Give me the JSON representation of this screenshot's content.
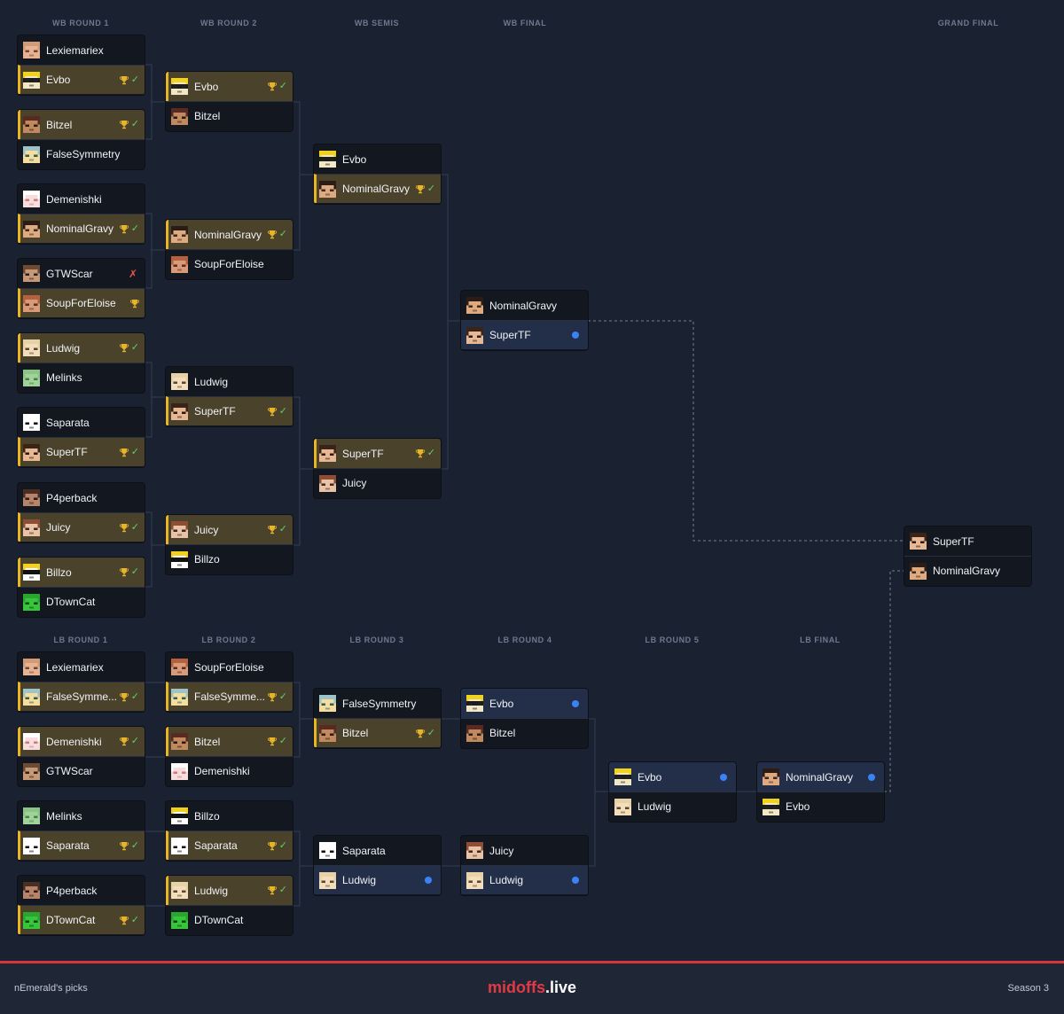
{
  "headers": {
    "wb_round_1": "WB ROUND 1",
    "wb_round_2": "WB ROUND 2",
    "wb_semis": "WB SEMIS",
    "wb_final": "WB FINAL",
    "grand_final": "GRAND FINAL",
    "lb_round_1": "LB ROUND 1",
    "lb_round_2": "LB ROUND 2",
    "lb_round_3": "LB ROUND 3",
    "lb_round_4": "LB ROUND 4",
    "lb_round_5": "LB ROUND 5",
    "lb_final": "LB FINAL"
  },
  "colors": {
    "background": "#1a2131",
    "winner_row": "#4a422b",
    "winner_accent": "#e7b526",
    "pick_row": "#232e48",
    "pick_dot": "#3b82f6",
    "check": "#62d067",
    "cross": "#e8534e",
    "brand_red": "#e23a44"
  },
  "avatars": {
    "Lexiemariex": {
      "skin": "#e8b392",
      "hair": "#d29b78",
      "eye": "#6b4a3a"
    },
    "Evbo": {
      "skin": "#f3e8c6",
      "hair": "#f1d21d",
      "eye": "#222222",
      "band": "#1c1c1c"
    },
    "Bitzel": {
      "skin": "#c08a5e",
      "hair": "#5a2a22",
      "eye": "#2b1a14"
    },
    "FalseSymmetry": {
      "skin": "#f5dd9e",
      "hair": "#9ec3c8",
      "eye": "#2c5f5a"
    },
    "Demenishki": {
      "skin": "#f6dede",
      "hair": "#ffffff",
      "eye": "#d07a7a"
    },
    "NominalGravy": {
      "skin": "#dfaa80",
      "hair": "#2b1c16",
      "eye": "#3a2a20"
    },
    "GTWScar": {
      "skin": "#c59877",
      "hair": "#6e4a32",
      "eye": "#2e1e14"
    },
    "SoupForEloise": {
      "skin": "#d79b79",
      "hair": "#b5613f",
      "eye": "#5a2c1e"
    },
    "Ludwig": {
      "skin": "#f3ddbb",
      "hair": "#e7d2a8",
      "eye": "#5a4634"
    },
    "Melinks": {
      "skin": "#9fd39a",
      "hair": "#8cc486",
      "eye": "#4f7d4a"
    },
    "Saparata": {
      "skin": "#ffffff",
      "hair": "#ffffff",
      "eye": "#111111"
    },
    "SuperTF": {
      "skin": "#e8b894",
      "hair": "#3a2418",
      "eye": "#2a1a12"
    },
    "P4perback": {
      "skin": "#b7836a",
      "hair": "#4a2e22",
      "eye": "#2a1a12"
    },
    "Juicy": {
      "skin": "#eac3a7",
      "hair": "#8e4e36",
      "eye": "#3d2a22"
    },
    "Billzo": {
      "skin": "#ffffff",
      "hair": "#f4cf1f",
      "eye": "#111111",
      "band": "#111111"
    },
    "DTownCat": {
      "skin": "#35c63a",
      "hair": "#2aa530",
      "eye": "#0e3d10"
    }
  },
  "matches": [
    {
      "id": "wb1-1",
      "rows": [
        {
          "name": "Lexiemariex",
          "state": "plain"
        },
        {
          "name": "Evbo",
          "state": "win",
          "trophy": true,
          "mark": "check"
        }
      ]
    },
    {
      "id": "wb1-2",
      "rows": [
        {
          "name": "Bitzel",
          "state": "win",
          "trophy": true,
          "mark": "check"
        },
        {
          "name": "FalseSymmetry",
          "state": "plain"
        }
      ]
    },
    {
      "id": "wb1-3",
      "rows": [
        {
          "name": "Demenishki",
          "state": "plain"
        },
        {
          "name": "NominalGravy",
          "state": "win",
          "trophy": true,
          "mark": "check"
        }
      ]
    },
    {
      "id": "wb1-4",
      "rows": [
        {
          "name": "GTWScar",
          "state": "plain",
          "mark": "cross"
        },
        {
          "name": "SoupForEloise",
          "state": "win",
          "trophy": true
        }
      ]
    },
    {
      "id": "wb1-5",
      "rows": [
        {
          "name": "Ludwig",
          "state": "win",
          "trophy": true,
          "mark": "check"
        },
        {
          "name": "Melinks",
          "state": "plain"
        }
      ]
    },
    {
      "id": "wb1-6",
      "rows": [
        {
          "name": "Saparata",
          "state": "plain"
        },
        {
          "name": "SuperTF",
          "state": "win",
          "trophy": true,
          "mark": "check"
        }
      ]
    },
    {
      "id": "wb1-7",
      "rows": [
        {
          "name": "P4perback",
          "state": "plain"
        },
        {
          "name": "Juicy",
          "state": "win",
          "trophy": true,
          "mark": "check"
        }
      ]
    },
    {
      "id": "wb1-8",
      "rows": [
        {
          "name": "Billzo",
          "state": "win",
          "trophy": true,
          "mark": "check"
        },
        {
          "name": "DTownCat",
          "state": "plain"
        }
      ]
    },
    {
      "id": "wb2-1",
      "rows": [
        {
          "name": "Evbo",
          "state": "win",
          "trophy": true,
          "mark": "check"
        },
        {
          "name": "Bitzel",
          "state": "plain"
        }
      ]
    },
    {
      "id": "wb2-2",
      "rows": [
        {
          "name": "NominalGravy",
          "state": "win",
          "trophy": true,
          "mark": "check"
        },
        {
          "name": "SoupForEloise",
          "state": "plain"
        }
      ]
    },
    {
      "id": "wb2-3",
      "rows": [
        {
          "name": "Ludwig",
          "state": "plain"
        },
        {
          "name": "SuperTF",
          "state": "win",
          "trophy": true,
          "mark": "check"
        }
      ]
    },
    {
      "id": "wb2-4",
      "rows": [
        {
          "name": "Juicy",
          "state": "win",
          "trophy": true,
          "mark": "check"
        },
        {
          "name": "Billzo",
          "state": "plain"
        }
      ]
    },
    {
      "id": "wbs-1",
      "rows": [
        {
          "name": "Evbo",
          "state": "plain"
        },
        {
          "name": "NominalGravy",
          "state": "win",
          "trophy": true,
          "mark": "check"
        }
      ]
    },
    {
      "id": "wbs-2",
      "rows": [
        {
          "name": "SuperTF",
          "state": "win",
          "trophy": true,
          "mark": "check"
        },
        {
          "name": "Juicy",
          "state": "plain"
        }
      ]
    },
    {
      "id": "wbf",
      "rows": [
        {
          "name": "NominalGravy",
          "state": "plain"
        },
        {
          "name": "SuperTF",
          "state": "pick",
          "mark": "dot"
        }
      ]
    },
    {
      "id": "gf",
      "rows": [
        {
          "name": "SuperTF",
          "state": "plain"
        },
        {
          "name": "NominalGravy",
          "state": "plain"
        }
      ]
    },
    {
      "id": "lb1-1",
      "rows": [
        {
          "name": "Lexiemariex",
          "state": "plain"
        },
        {
          "name": "FalseSymmetry",
          "display": "FalseSymme...",
          "state": "win",
          "trophy": true,
          "mark": "check"
        }
      ]
    },
    {
      "id": "lb1-2",
      "rows": [
        {
          "name": "Demenishki",
          "state": "win",
          "trophy": true,
          "mark": "check"
        },
        {
          "name": "GTWScar",
          "state": "plain"
        }
      ]
    },
    {
      "id": "lb1-3",
      "rows": [
        {
          "name": "Melinks",
          "state": "plain"
        },
        {
          "name": "Saparata",
          "state": "win",
          "trophy": true,
          "mark": "check"
        }
      ]
    },
    {
      "id": "lb1-4",
      "rows": [
        {
          "name": "P4perback",
          "state": "plain"
        },
        {
          "name": "DTownCat",
          "state": "win",
          "trophy": true,
          "mark": "check"
        }
      ]
    },
    {
      "id": "lb2-1",
      "rows": [
        {
          "name": "SoupForEloise",
          "state": "plain"
        },
        {
          "name": "FalseSymmetry",
          "display": "FalseSymme...",
          "state": "win",
          "trophy": true,
          "mark": "check"
        }
      ]
    },
    {
      "id": "lb2-2",
      "rows": [
        {
          "name": "Bitzel",
          "state": "win",
          "trophy": true,
          "mark": "check"
        },
        {
          "name": "Demenishki",
          "state": "plain"
        }
      ]
    },
    {
      "id": "lb2-3",
      "rows": [
        {
          "name": "Billzo",
          "state": "plain"
        },
        {
          "name": "Saparata",
          "state": "win",
          "trophy": true,
          "mark": "check"
        }
      ]
    },
    {
      "id": "lb2-4",
      "rows": [
        {
          "name": "Ludwig",
          "state": "win",
          "trophy": true,
          "mark": "check"
        },
        {
          "name": "DTownCat",
          "state": "plain"
        }
      ]
    },
    {
      "id": "lb3-1",
      "rows": [
        {
          "name": "FalseSymmetry",
          "state": "plain"
        },
        {
          "name": "Bitzel",
          "state": "win",
          "trophy": true,
          "mark": "check"
        }
      ]
    },
    {
      "id": "lb3-2",
      "rows": [
        {
          "name": "Saparata",
          "state": "plain"
        },
        {
          "name": "Ludwig",
          "state": "pick",
          "mark": "dot"
        }
      ]
    },
    {
      "id": "lb4-1",
      "rows": [
        {
          "name": "Evbo",
          "state": "pick",
          "mark": "dot"
        },
        {
          "name": "Bitzel",
          "state": "plain"
        }
      ]
    },
    {
      "id": "lb4-2",
      "rows": [
        {
          "name": "Juicy",
          "state": "plain"
        },
        {
          "name": "Ludwig",
          "state": "pick",
          "mark": "dot"
        }
      ]
    },
    {
      "id": "lb5",
      "rows": [
        {
          "name": "Evbo",
          "state": "pick",
          "mark": "dot"
        },
        {
          "name": "Ludwig",
          "state": "plain"
        }
      ]
    },
    {
      "id": "lbf",
      "rows": [
        {
          "name": "NominalGravy",
          "state": "pick",
          "mark": "dot"
        },
        {
          "name": "Evbo",
          "state": "plain"
        }
      ]
    }
  ],
  "footer": {
    "picks_label": "nEmerald's picks",
    "brand_part1": "midoffs",
    "brand_part2": ".live",
    "season": "Season 3"
  }
}
